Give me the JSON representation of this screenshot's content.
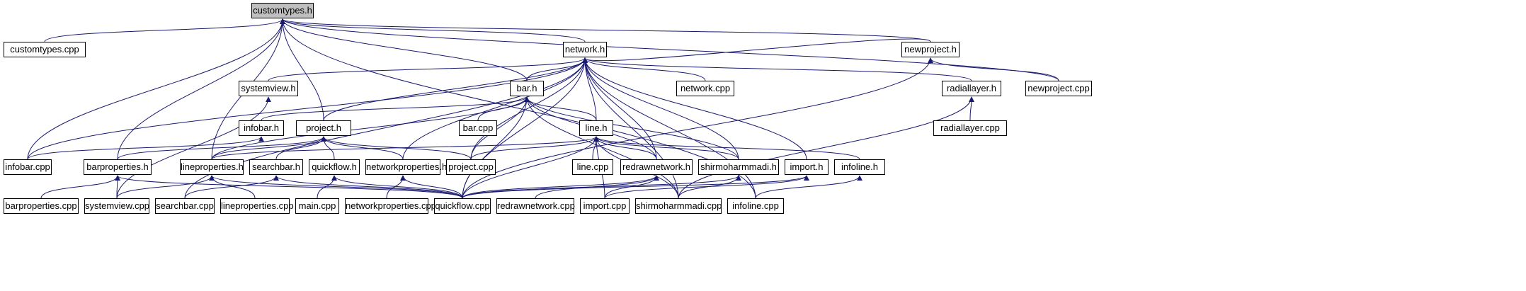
{
  "colors": {
    "edge": "#191970",
    "node_border": "#000000",
    "root_fill": "#bfbfbf",
    "node_fill": "#ffffff"
  },
  "nodes": {
    "customtypes_h": {
      "label": "customtypes.h",
      "root": true
    },
    "customtypes_cpp": {
      "label": "customtypes.cpp"
    },
    "network_h": {
      "label": "network.h"
    },
    "newproject_h": {
      "label": "newproject.h"
    },
    "systemview_h": {
      "label": "systemview.h"
    },
    "bar_h": {
      "label": "bar.h"
    },
    "network_cpp": {
      "label": "network.cpp"
    },
    "radiallayer_h": {
      "label": "radiallayer.h"
    },
    "newproject_cpp": {
      "label": "newproject.cpp"
    },
    "infobar_h": {
      "label": "infobar.h"
    },
    "project_h": {
      "label": "project.h"
    },
    "bar_cpp": {
      "label": "bar.cpp"
    },
    "line_h": {
      "label": "line.h"
    },
    "radiallayer_cpp": {
      "label": "radiallayer.cpp"
    },
    "infobar_cpp": {
      "label": "infobar.cpp"
    },
    "barproperties_h": {
      "label": "barproperties.h"
    },
    "lineproperties_h": {
      "label": "lineproperties.h"
    },
    "searchbar_h": {
      "label": "searchbar.h"
    },
    "quickflow_h": {
      "label": "quickflow.h"
    },
    "networkproperties_h": {
      "label": "networkproperties.h"
    },
    "project_cpp": {
      "label": "project.cpp"
    },
    "line_cpp": {
      "label": "line.cpp"
    },
    "redrawnetwork_h": {
      "label": "redrawnetwork.h"
    },
    "shirmoharmmadi_h": {
      "label": "shirmoharmmadi.h"
    },
    "import_h": {
      "label": "import.h"
    },
    "infoline_h": {
      "label": "infoline.h"
    },
    "barproperties_cpp": {
      "label": "barproperties.cpp"
    },
    "systemview_cpp": {
      "label": "systemview.cpp"
    },
    "searchbar_cpp": {
      "label": "searchbar.cpp"
    },
    "lineproperties_cpp": {
      "label": "lineproperties.cpp"
    },
    "main_cpp": {
      "label": "main.cpp"
    },
    "networkproperties_cpp": {
      "label": "networkproperties.cpp"
    },
    "quickflow_cpp": {
      "label": "quickflow.cpp"
    },
    "redrawnetwork_cpp": {
      "label": "redrawnetwork.cpp"
    },
    "import_cpp": {
      "label": "import.cpp"
    },
    "shirmoharmmadi_cpp": {
      "label": "shirmoharmmadi.cpp"
    },
    "infoline_cpp": {
      "label": "infoline.cpp"
    }
  },
  "edges": [
    [
      "customtypes_cpp",
      "customtypes_h"
    ],
    [
      "network_h",
      "customtypes_h"
    ],
    [
      "newproject_h",
      "customtypes_h"
    ],
    [
      "bar_h",
      "customtypes_h"
    ],
    [
      "project_h",
      "customtypes_h"
    ],
    [
      "infobar_cpp",
      "customtypes_h"
    ],
    [
      "barproperties_h",
      "customtypes_h"
    ],
    [
      "lineproperties_h",
      "customtypes_h"
    ],
    [
      "newproject_cpp",
      "customtypes_h"
    ],
    [
      "infoline_cpp",
      "customtypes_h"
    ],
    [
      "newproject_h",
      "network_h"
    ],
    [
      "systemview_h",
      "network_h"
    ],
    [
      "bar_h",
      "network_h"
    ],
    [
      "network_cpp",
      "network_h"
    ],
    [
      "radiallayer_h",
      "network_h"
    ],
    [
      "project_h",
      "network_h"
    ],
    [
      "line_h",
      "network_h"
    ],
    [
      "networkproperties_h",
      "network_h"
    ],
    [
      "redrawnetwork_h",
      "network_h"
    ],
    [
      "shirmoharmmadi_h",
      "network_h"
    ],
    [
      "import_h",
      "network_h"
    ],
    [
      "infoline_cpp",
      "network_h"
    ],
    [
      "quickflow_cpp",
      "network_h"
    ],
    [
      "infobar_cpp",
      "network_h"
    ],
    [
      "searchbar_cpp",
      "network_h"
    ],
    [
      "shirmoharmmadi_cpp",
      "network_h"
    ],
    [
      "project_cpp",
      "network_h"
    ],
    [
      "newproject_cpp",
      "newproject_h"
    ],
    [
      "quickflow_cpp",
      "newproject_h"
    ],
    [
      "systemview_cpp",
      "systemview_h"
    ],
    [
      "infobar_h",
      "bar_h"
    ],
    [
      "bar_cpp",
      "bar_h"
    ],
    [
      "line_h",
      "bar_h"
    ],
    [
      "lineproperties_h",
      "bar_h"
    ],
    [
      "project_cpp",
      "bar_h"
    ],
    [
      "redrawnetwork_h",
      "bar_h"
    ],
    [
      "shirmoharmmadi_h",
      "bar_h"
    ],
    [
      "quickflow_cpp",
      "bar_h"
    ],
    [
      "shirmoharmmadi_cpp",
      "bar_h"
    ],
    [
      "radiallayer_cpp",
      "radiallayer_h"
    ],
    [
      "shirmoharmmadi_cpp",
      "radiallayer_h"
    ],
    [
      "infobar_cpp",
      "infobar_h"
    ],
    [
      "barproperties_h",
      "project_h"
    ],
    [
      "lineproperties_h",
      "project_h"
    ],
    [
      "searchbar_h",
      "project_h"
    ],
    [
      "quickflow_h",
      "project_h"
    ],
    [
      "networkproperties_h",
      "project_h"
    ],
    [
      "project_cpp",
      "project_h"
    ],
    [
      "lineproperties_h",
      "line_h"
    ],
    [
      "project_cpp",
      "line_h"
    ],
    [
      "line_cpp",
      "line_h"
    ],
    [
      "redrawnetwork_h",
      "line_h"
    ],
    [
      "shirmoharmmadi_h",
      "line_h"
    ],
    [
      "infoline_h",
      "line_h"
    ],
    [
      "quickflow_cpp",
      "line_h"
    ],
    [
      "shirmoharmmadi_cpp",
      "line_h"
    ],
    [
      "barproperties_cpp",
      "barproperties_h"
    ],
    [
      "systemview_cpp",
      "barproperties_h"
    ],
    [
      "quickflow_cpp",
      "barproperties_h"
    ],
    [
      "systemview_cpp",
      "lineproperties_h"
    ],
    [
      "lineproperties_cpp",
      "lineproperties_h"
    ],
    [
      "quickflow_cpp",
      "lineproperties_h"
    ],
    [
      "searchbar_cpp",
      "searchbar_h"
    ],
    [
      "quickflow_cpp",
      "searchbar_h"
    ],
    [
      "main_cpp",
      "quickflow_h"
    ],
    [
      "quickflow_cpp",
      "quickflow_h"
    ],
    [
      "networkproperties_cpp",
      "networkproperties_h"
    ],
    [
      "quickflow_cpp",
      "networkproperties_h"
    ],
    [
      "quickflow_cpp",
      "redrawnetwork_h"
    ],
    [
      "redrawnetwork_cpp",
      "redrawnetwork_h"
    ],
    [
      "import_cpp",
      "redrawnetwork_h"
    ],
    [
      "quickflow_cpp",
      "shirmoharmmadi_h"
    ],
    [
      "shirmoharmmadi_cpp",
      "shirmoharmmadi_h"
    ],
    [
      "quickflow_cpp",
      "import_h"
    ],
    [
      "import_cpp",
      "import_h"
    ],
    [
      "infoline_cpp",
      "infoline_h"
    ],
    [
      "import_cpp",
      "line_h"
    ]
  ]
}
